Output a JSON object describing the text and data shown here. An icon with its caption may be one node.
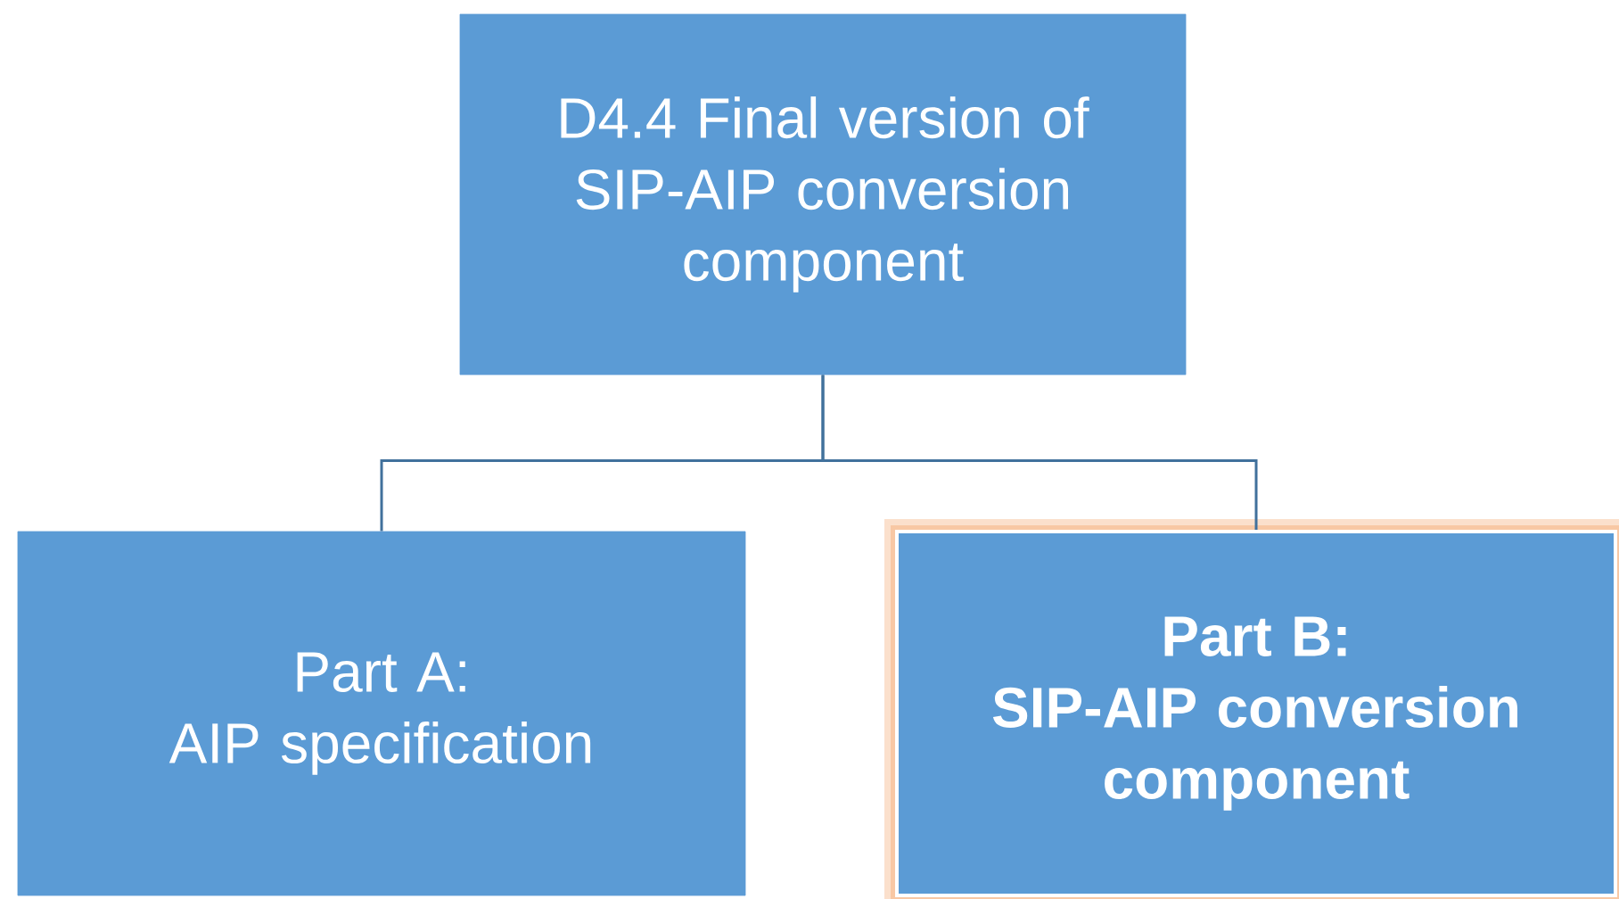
{
  "diagram": {
    "nodes": [
      {
        "text": [
          "D4.4  Final version of SIP-AIP conversion component"
        ]
      },
      {
        "text": [
          "Part A:",
          "AIP specification"
        ]
      },
      {
        "text": [
          "Part B:",
          "SIP-AIP conversion component"
        ]
      }
    ],
    "edges": [
      {
        "from": 0,
        "to": 1,
        "arrow": "none"
      },
      {
        "from": 0,
        "to": 2,
        "arrow": "none"
      }
    ]
  }
}
